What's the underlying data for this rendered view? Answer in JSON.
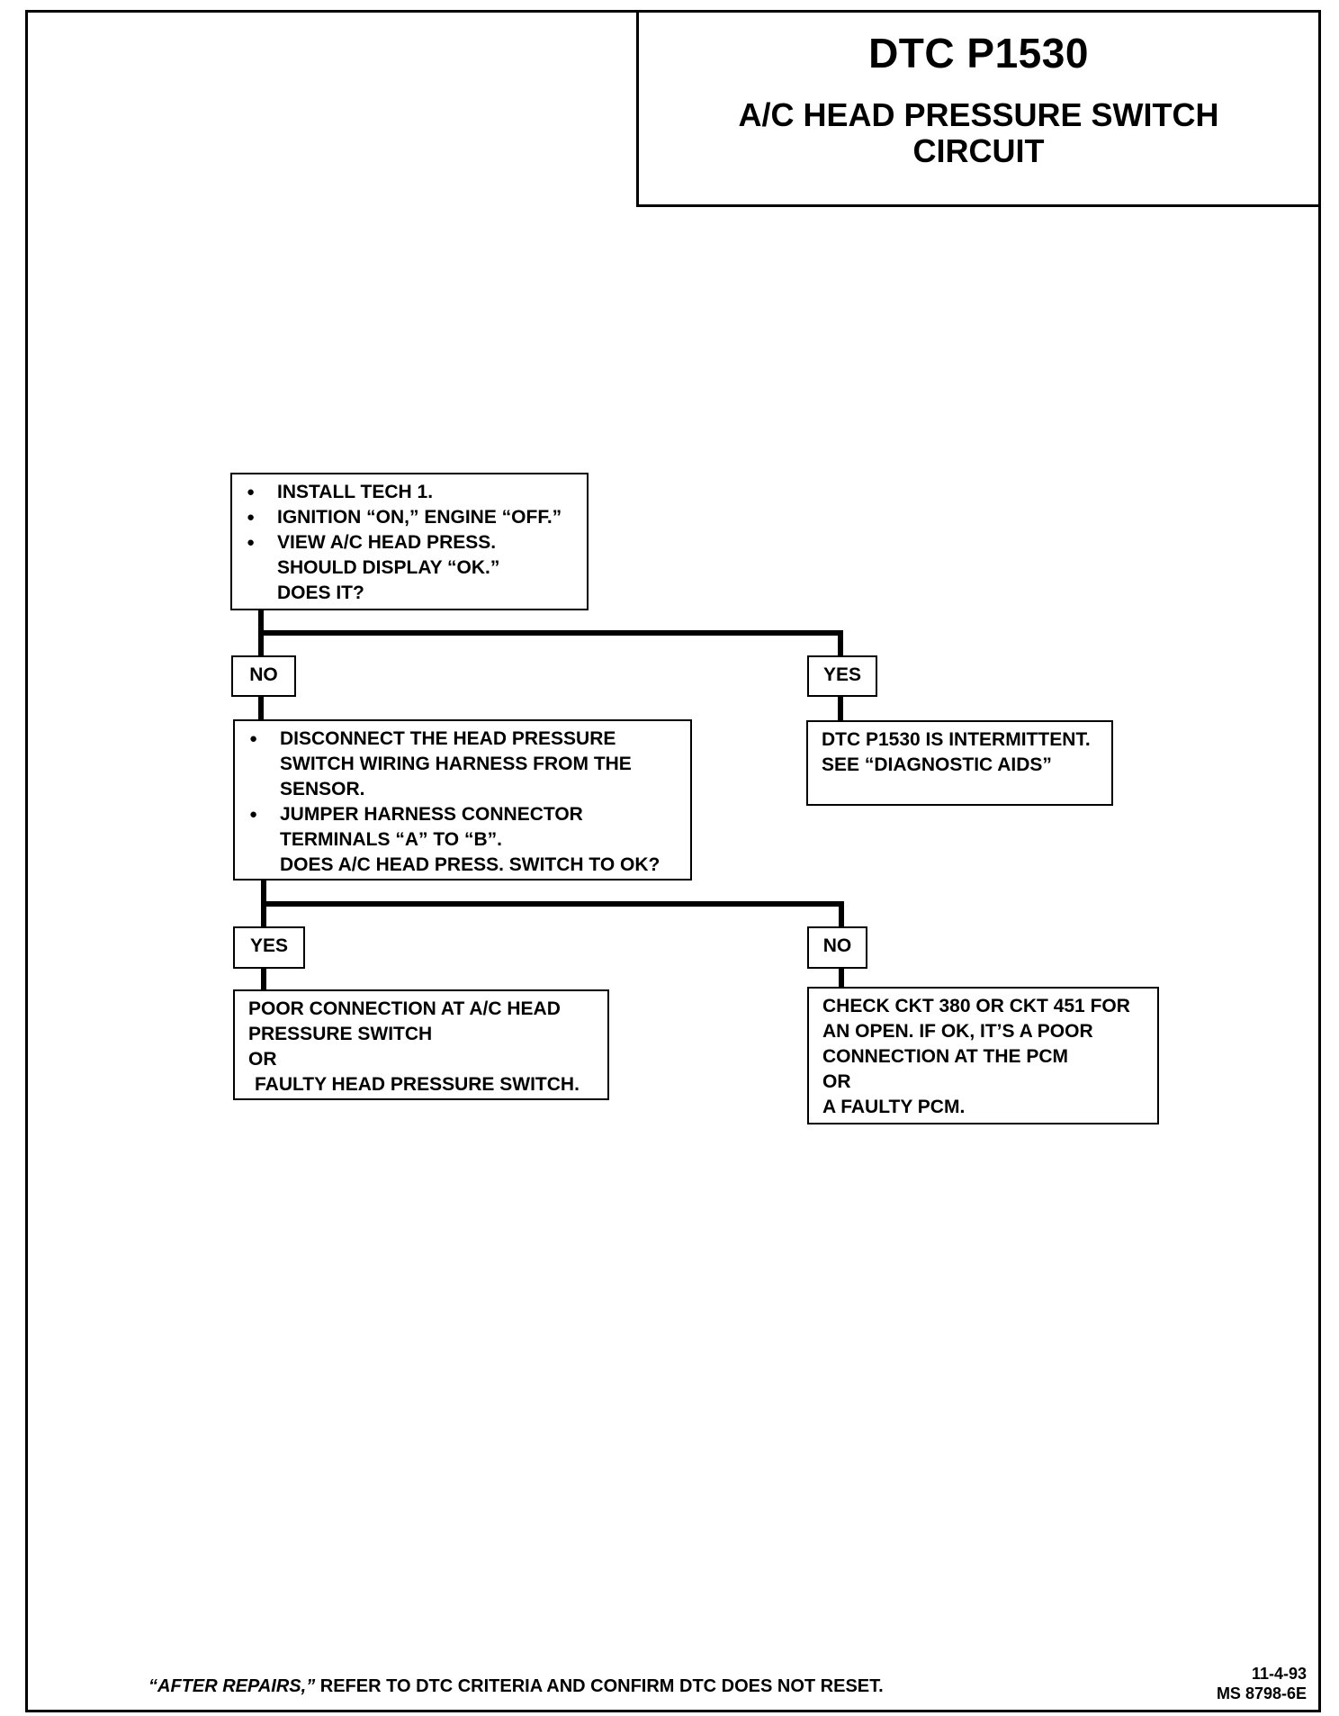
{
  "header": {
    "title": "DTC P1530",
    "subtitle_line1": "A/C HEAD PRESSURE SWITCH",
    "subtitle_line2": "CIRCUIT"
  },
  "step1": {
    "items": [
      "INSTALL TECH 1.",
      "IGNITION “ON,” ENGINE “OFF.”",
      "VIEW A/C HEAD PRESS."
    ],
    "cont1": "SHOULD DISPLAY “OK.”",
    "cont2": "DOES IT?"
  },
  "labels": {
    "no1": "NO",
    "yes1": "YES",
    "yes2": "YES",
    "no2": "NO"
  },
  "step2": {
    "item1": "DISCONNECT THE HEAD PRESSURE",
    "item1_cont1": "SWITCH WIRING HARNESS FROM THE",
    "item1_cont2": "SENSOR.",
    "item2": "JUMPER HARNESS CONNECTOR",
    "item2_cont1": "TERMINALS “A” TO “B”.",
    "item2_cont2": "DOES A/C HEAD PRESS. SWITCH TO OK?"
  },
  "intermittent": {
    "line1": "DTC P1530 IS INTERMITTENT.",
    "line2": "SEE “DIAGNOSTIC AIDS”"
  },
  "result_switch": {
    "line1": "POOR CONNECTION AT A/C HEAD",
    "line2": "PRESSURE SWITCH",
    "line3": "OR",
    "line4": "FAULTY HEAD PRESSURE SWITCH."
  },
  "result_pcm": {
    "line1": "CHECK CKT 380 OR CKT 451 FOR",
    "line2": "AN OPEN.  IF OK, IT’S A POOR",
    "line3": "CONNECTION AT THE PCM",
    "line4": "OR",
    "line5": "A FAULTY PCM."
  },
  "footer": {
    "emphasis": "“AFTER REPAIRS,”",
    "text": "REFER TO DTC CRITERIA  AND CONFIRM DTC DOES NOT RESET."
  },
  "stamp": {
    "date": "11-4-93",
    "code": "MS 8798-6E"
  }
}
